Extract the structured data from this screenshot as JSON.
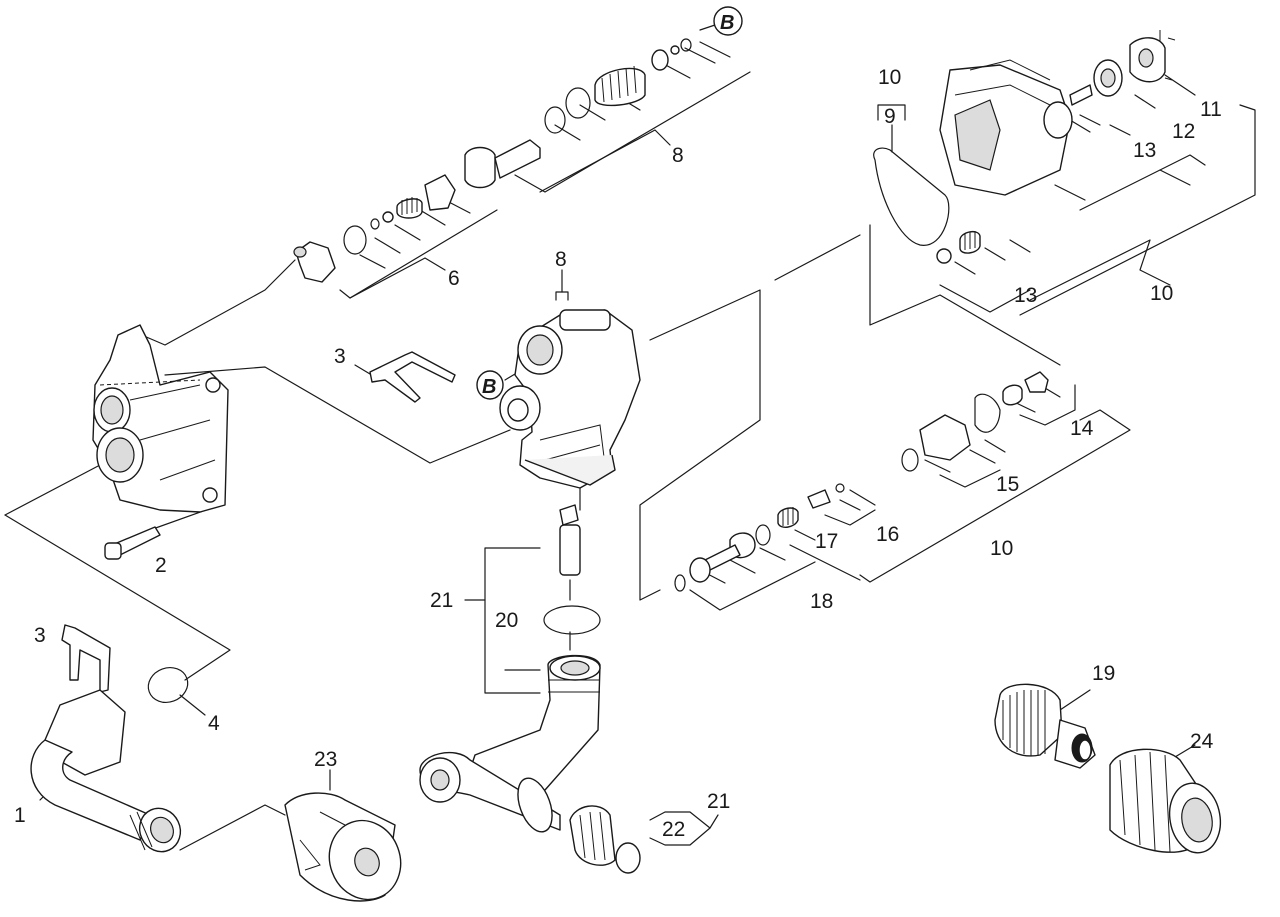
{
  "diagram": {
    "part_labels": {
      "l1": "1",
      "l2": "2",
      "l3a": "3",
      "l3b": "3",
      "l4": "4",
      "l6": "6",
      "l8a": "8",
      "l8b": "8",
      "l9": "9",
      "l10a": "10",
      "l10b": "10",
      "l10c": "10",
      "l11": "11",
      "l12": "12",
      "l13a": "13",
      "l13b": "13",
      "l14": "14",
      "l15": "15",
      "l16": "16",
      "l17": "17",
      "l18": "18",
      "l19": "19",
      "l20": "20",
      "l21a": "21",
      "l21b": "21",
      "l22": "22",
      "l23": "23",
      "l24": "24"
    },
    "detail_markers": {
      "b1": "B",
      "b2": "B"
    }
  }
}
